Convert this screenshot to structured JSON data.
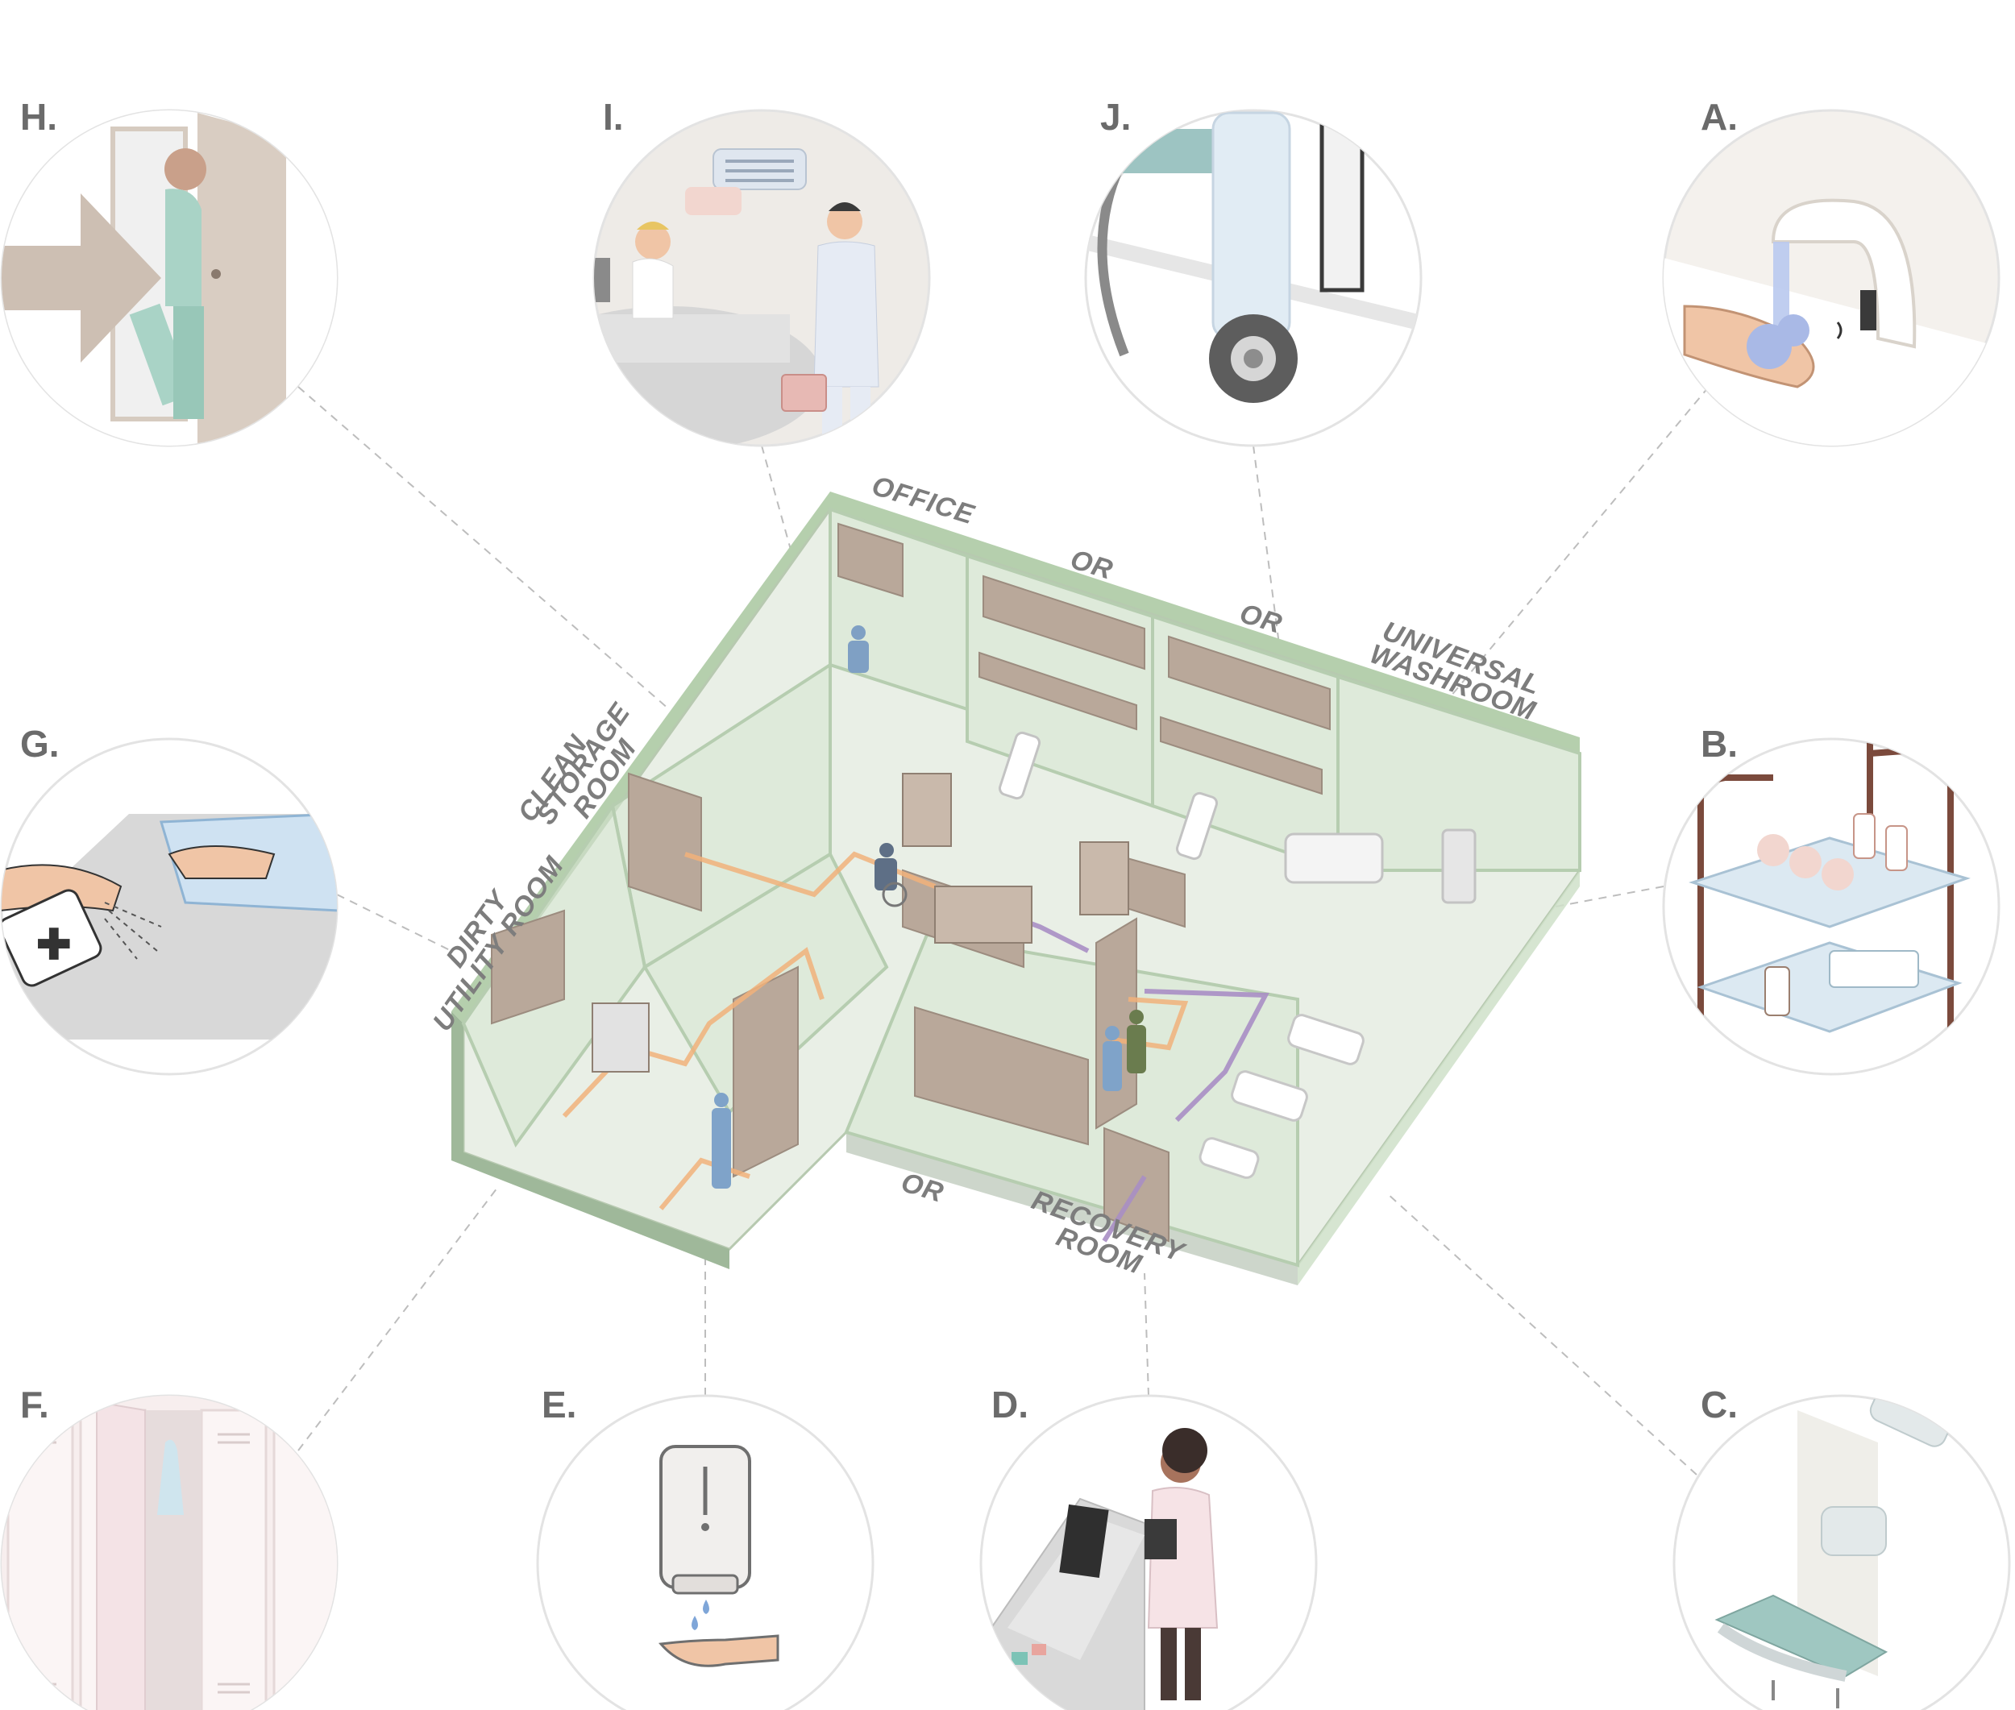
{
  "callouts": [
    {
      "key": "H",
      "label": "H.",
      "scene": "staff-entering-door"
    },
    {
      "key": "I",
      "label": "I.",
      "scene": "reception-conversation"
    },
    {
      "key": "J",
      "label": "J.",
      "scene": "wheelchair-and-cart"
    },
    {
      "key": "A",
      "label": "A.",
      "scene": "touchless-faucet"
    },
    {
      "key": "G",
      "label": "G.",
      "scene": "surface-disinfection"
    },
    {
      "key": "B",
      "label": "B.",
      "scene": "supply-cart"
    },
    {
      "key": "F",
      "label": "F.",
      "scene": "staff-lockers"
    },
    {
      "key": "E",
      "label": "E.",
      "scene": "hand-sanitizer-dispenser"
    },
    {
      "key": "D",
      "label": "D.",
      "scene": "nurse-workstation"
    },
    {
      "key": "C",
      "label": "C.",
      "scene": "recovery-bays"
    }
  ],
  "room_labels": {
    "office": "OFFICE",
    "or_1": "OR",
    "or_2": "OR",
    "or_3": "OR",
    "universal_washroom_line1": "UNIVERSAL",
    "universal_washroom_line2": "WASHROOM",
    "clean_storage_line1": "CLEAN",
    "clean_storage_line2": "STORAGE",
    "clean_storage_line3": "ROOM",
    "dirty_utility_line1": "DIRTY",
    "dirty_utility_line2": "UTILITY ROOM",
    "recovery_line1": "RECOVERY",
    "recovery_line2": "ROOM"
  },
  "colors": {
    "glass_green": "#c9dcc3",
    "wall_green": "#a9c7a1",
    "wood": "#b8a89a",
    "route_orange": "#f1b27a",
    "route_purple": "#a88ec4",
    "circle_outline": "#e3e3e3",
    "label_gray": "#6b6b6b"
  }
}
